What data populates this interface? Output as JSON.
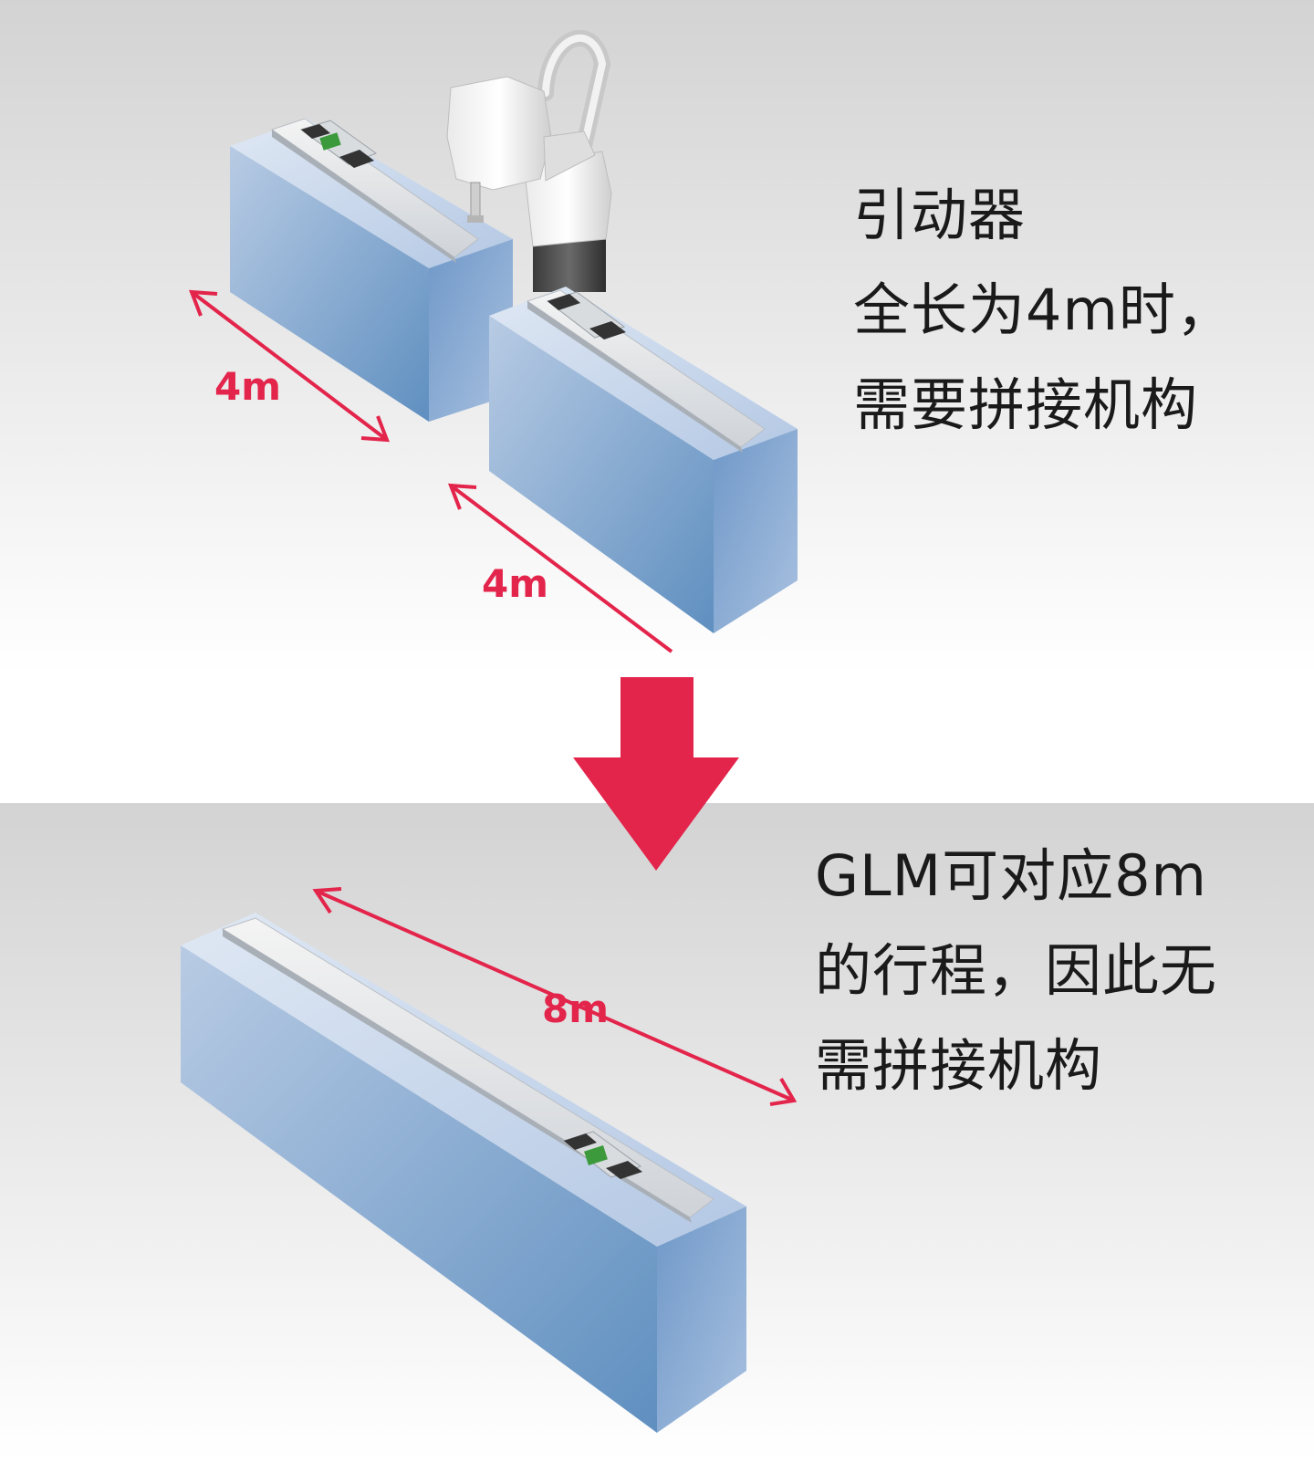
{
  "top_panel": {
    "lines": [
      "引动器",
      "全长为4m时，",
      "需要拼接机构"
    ],
    "dimension_left": "4m",
    "dimension_right": "4m"
  },
  "bottom_panel": {
    "lines": [
      "GLM可对应8m",
      "的行程，因此无",
      "需拼接机构"
    ],
    "dimension": "8m"
  },
  "colors": {
    "accent": "#e3244b",
    "text": "#1a1a1a",
    "block_blue": "#7da0cc",
    "background_gray": "#dadada"
  },
  "icons": [
    "scara-robot-icon",
    "down-arrow-icon",
    "double-arrow-icon"
  ]
}
